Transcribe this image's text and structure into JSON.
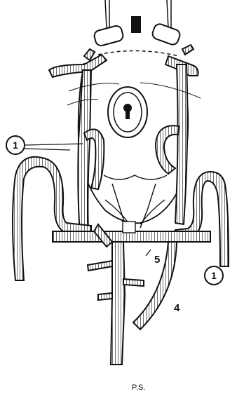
{
  "labels": {
    "marker_left": "1",
    "marker_right": "1",
    "label_5": "5",
    "label_4": "4",
    "signature": "P.S."
  },
  "colors": {
    "ink": "#111111",
    "paper": "#ffffff"
  }
}
